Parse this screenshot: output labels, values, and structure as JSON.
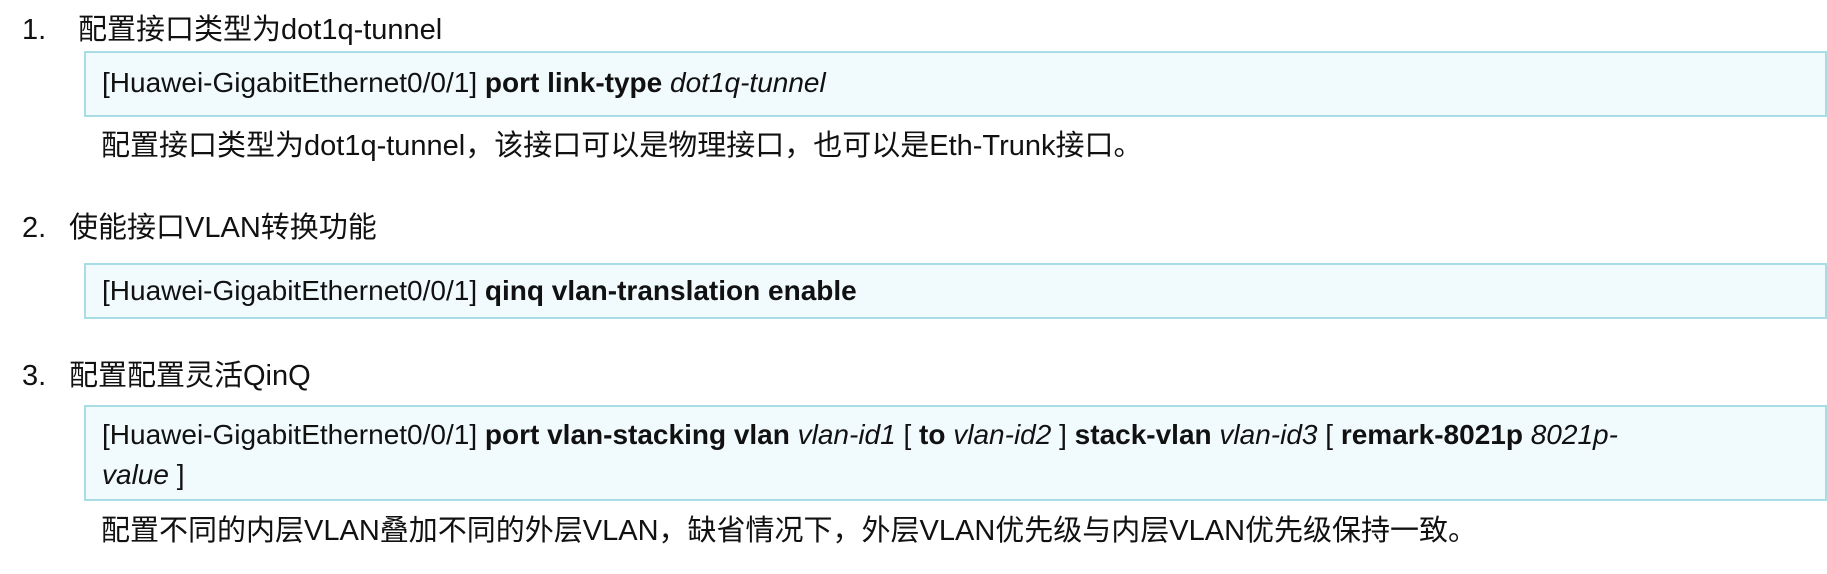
{
  "steps": [
    {
      "number": "1.",
      "title": "配置接口类型为dot1q-tunnel",
      "command": {
        "prompt": "[Huawei-GigabitEthernet0/0/1]",
        "kw1": "port link-type",
        "arg1": "dot1q-tunnel"
      },
      "description": "配置接口类型为dot1q-tunnel，该接口可以是物理接口，也可以是Eth-Trunk接口。"
    },
    {
      "number": "2.",
      "title": "使能接口VLAN转换功能",
      "command": {
        "prompt": "[Huawei-GigabitEthernet0/0/1]",
        "kw1": "qinq vlan-translation enable"
      }
    },
    {
      "number": "3.",
      "title": "配置配置灵活QinQ",
      "command": {
        "prompt": "[Huawei-GigabitEthernet0/0/1]",
        "kw1": "port vlan-stacking vlan",
        "arg1": "vlan-id1",
        "bracket_open1": "[",
        "kw2": "to",
        "arg2": "vlan-id2",
        "bracket_close1": "]",
        "kw3": "stack-vlan",
        "arg3": "vlan-id3",
        "bracket_open2": "[",
        "kw4": "remark-8021p",
        "arg4a": "8021p-",
        "arg4b": "value",
        "bracket_close2": "]"
      },
      "description": "配置不同的内层VLAN叠加不同的外层VLAN，缺省情况下，外层VLAN优先级与内层VLAN优先级保持一致。"
    }
  ]
}
